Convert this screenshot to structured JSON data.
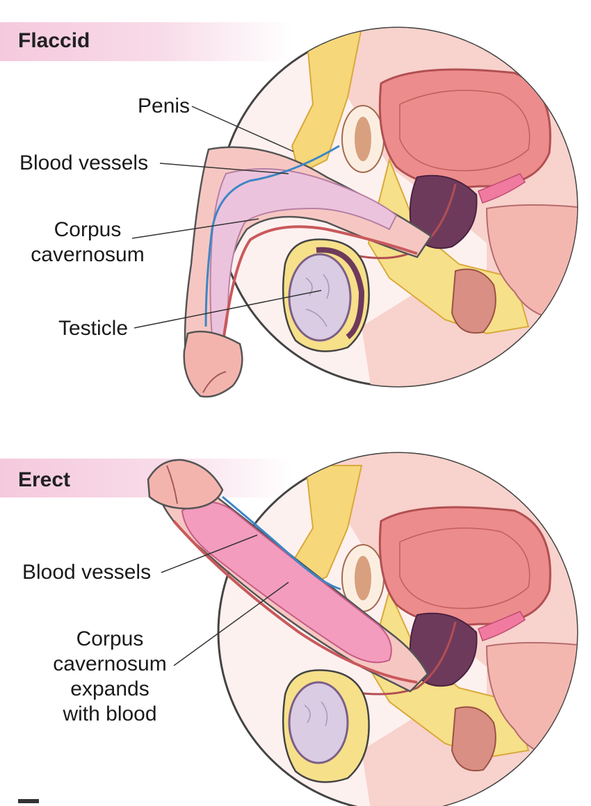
{
  "panels": {
    "flaccid": {
      "title": "Flaccid",
      "labels": {
        "penis": "Penis",
        "blood_vessels": "Blood vessels",
        "corpus_line1": "Corpus",
        "corpus_line2": "cavernosum",
        "testicle": "Testicle"
      }
    },
    "erect": {
      "title": "Erect",
      "labels": {
        "blood_vessels": "Blood vessels",
        "corpus_line1": "Corpus",
        "corpus_line2": "cavernosum",
        "corpus_line3": "expands",
        "corpus_line4": "with blood"
      }
    }
  },
  "colors": {
    "band": "#f5c9dd",
    "skin": "#f6c7c2",
    "fat": "#f6d77a",
    "bladder": "#ec8c8c",
    "prostate": "#6e3a5c",
    "testicle": "#d9cce3",
    "corpus_flaccid": "#ecc3dc",
    "corpus_erect": "#f39cbd",
    "vessel": "#3c86c6",
    "bowel": "#d98f83"
  }
}
